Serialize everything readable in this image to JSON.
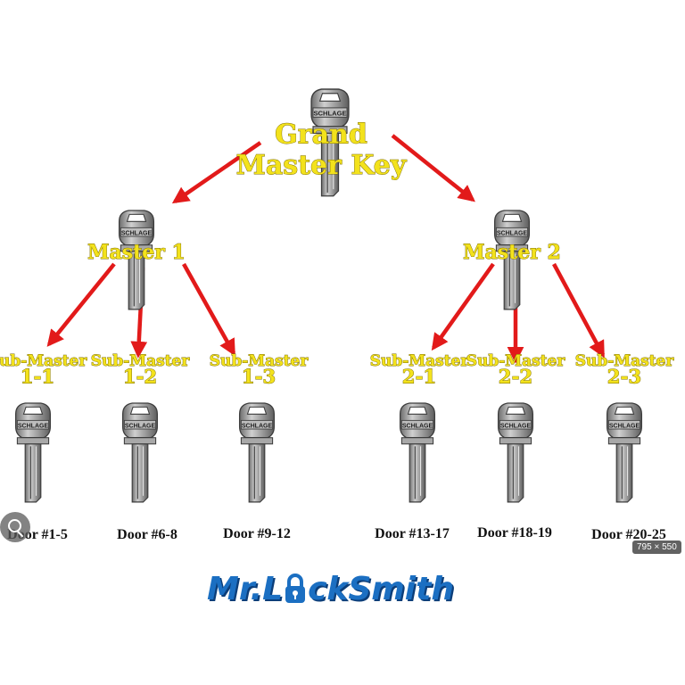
{
  "nodes": [
    {
      "id": "grand-master",
      "lines": [
        "Grand",
        "Master Key"
      ],
      "door": ""
    },
    {
      "id": "master-1",
      "lines": [
        "Master 1"
      ],
      "door": ""
    },
    {
      "id": "master-2",
      "lines": [
        "Master 2"
      ],
      "door": ""
    },
    {
      "id": "sub-master-1-1",
      "lines": [
        "Sub-Master",
        "1-1"
      ],
      "door": "Door #1-5"
    },
    {
      "id": "sub-master-1-2",
      "lines": [
        "Sub-Master",
        "1-2"
      ],
      "door": "Door #6-8"
    },
    {
      "id": "sub-master-1-3",
      "lines": [
        "Sub-Master",
        "1-3"
      ],
      "door": "Door #9-12"
    },
    {
      "id": "sub-master-2-1",
      "lines": [
        "Sub-Master",
        "2-1"
      ],
      "door": "Door #13-17"
    },
    {
      "id": "sub-master-2-2",
      "lines": [
        "Sub-Master",
        "2-2"
      ],
      "door": "Door #18-19"
    },
    {
      "id": "sub-master-2-3",
      "lines": [
        "Sub-Master",
        "2-3"
      ],
      "door": "Door #20-25"
    }
  ],
  "edges": [
    [
      "grand-master",
      "master-1"
    ],
    [
      "grand-master",
      "master-2"
    ],
    [
      "master-1",
      "sub-master-1-1"
    ],
    [
      "master-1",
      "sub-master-1-2"
    ],
    [
      "master-1",
      "sub-master-1-3"
    ],
    [
      "master-2",
      "sub-master-2-1"
    ],
    [
      "master-2",
      "sub-master-2-2"
    ],
    [
      "master-2",
      "sub-master-2-3"
    ]
  ],
  "key_brand": "SCHLAGE",
  "logo": {
    "left": "Mr.L",
    "right": "ckSmith"
  },
  "image_size_badge": "795 × 550",
  "colors": {
    "arrow": "#e21a1a",
    "label": "#f3e21c",
    "logo": "#1b6fc2",
    "key": "#9a9a9a"
  },
  "icons": {
    "lens": "visual-search-icon",
    "lock": "padlock-icon"
  }
}
